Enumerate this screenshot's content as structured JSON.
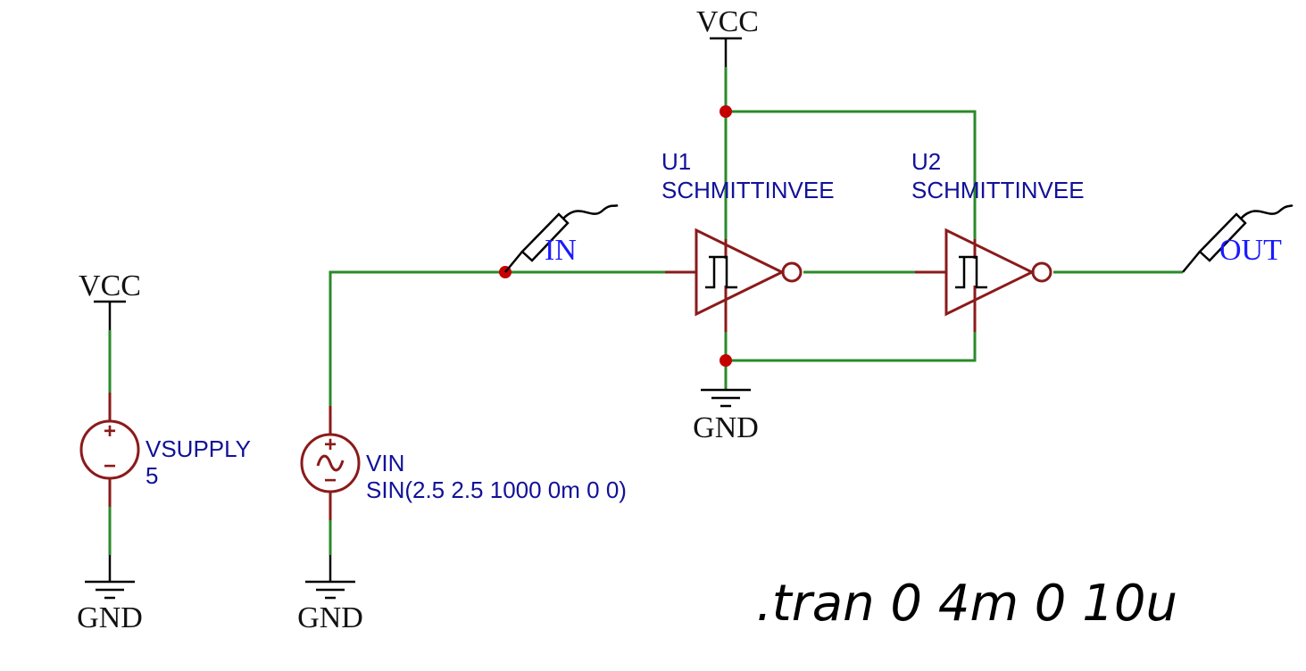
{
  "schematic": {
    "nets": {
      "vcc_top": "VCC",
      "vcc_left": "VCC",
      "gnd_center": "GND",
      "gnd_vsupply": "GND",
      "gnd_vin": "GND"
    },
    "probes": {
      "in": "IN",
      "out": "OUT"
    },
    "components": {
      "u1": {
        "ref": "U1",
        "value": "SCHMITTINVEE"
      },
      "u2": {
        "ref": "U2",
        "value": "SCHMITTINVEE"
      },
      "vsupply": {
        "ref": "VSUPPLY",
        "value": "5"
      },
      "vin": {
        "ref": "VIN",
        "value": "SIN(2.5 2.5 1000 0m 0 0)"
      }
    },
    "symbols": {
      "plus": "+",
      "minus": "−"
    },
    "directive": ".tran 0 4m 0 10u",
    "colors": {
      "wire": "#2a8a2a",
      "component": "#8b1a1a",
      "junction": "#c40000",
      "ref_text": "#111199",
      "probe_text": "#1a1aff"
    }
  }
}
